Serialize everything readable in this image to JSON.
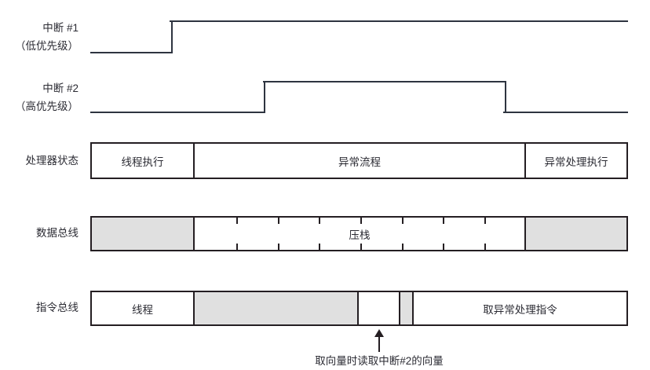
{
  "diagram": {
    "title_rows": [
      {
        "id": "irq1",
        "label_line1": "中断 #1",
        "label_line2": "（低优先级）"
      },
      {
        "id": "irq2",
        "label_line1": "中断 #2",
        "label_line2": "（高优先级）"
      },
      {
        "id": "proc",
        "label": "处理器状态"
      },
      {
        "id": "dbus",
        "label": "数据总线"
      },
      {
        "id": "ibus",
        "label": "指令总线"
      }
    ],
    "processor_state_cells": [
      {
        "text": "线程执行"
      },
      {
        "text": "异常流程"
      },
      {
        "text": "异常处理执行"
      }
    ],
    "data_bus_cells": [
      {
        "text": ""
      },
      {
        "text": "压栈"
      },
      {
        "text": ""
      }
    ],
    "instruction_bus_cells": [
      {
        "text": "线程"
      },
      {
        "text": ""
      },
      {
        "text": ""
      },
      {
        "text": ""
      },
      {
        "text": "取异常处理指令"
      }
    ],
    "annotation": {
      "text": "取向量时读取中断#2的向量"
    },
    "colors": {
      "line": "#2e3440",
      "border": "#241e22",
      "shaded": "#e0e0e0",
      "text": "#2b2b33",
      "background": "#ffffff"
    }
  }
}
